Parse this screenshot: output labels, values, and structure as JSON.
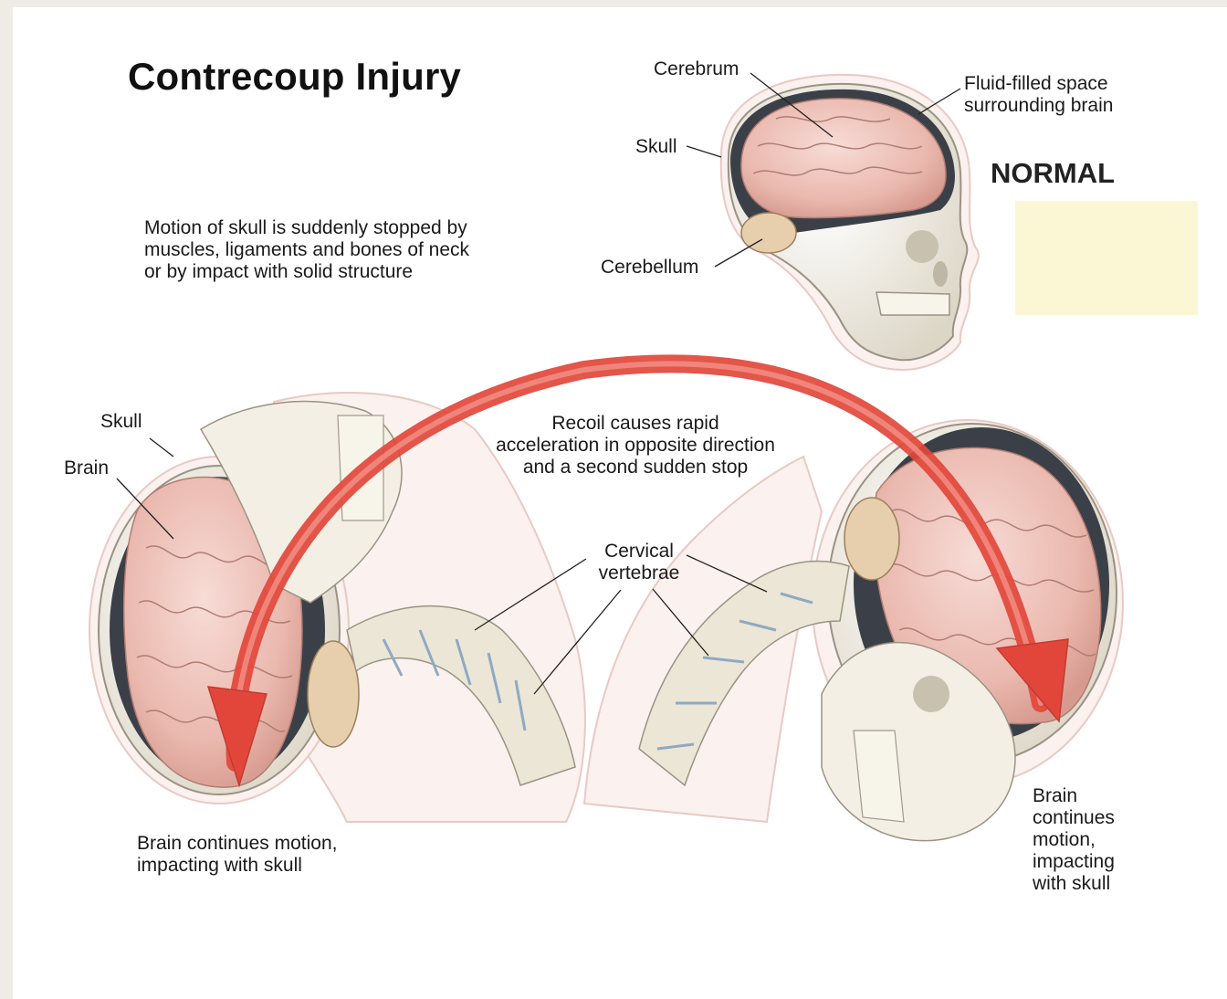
{
  "title": "Contrecoup Injury",
  "normal_label": "NORMAL",
  "annotations": {
    "cerebrum": "Cerebrum",
    "fluid_space": "Fluid-filled space\nsurrounding brain",
    "skull_top": "Skull",
    "cerebellum": "Cerebellum",
    "motion_stopped": "Motion of skull is suddenly stopped by\nmuscles, ligaments and bones of neck\nor by impact with solid structure",
    "skull_left": "Skull",
    "brain_left": "Brain",
    "recoil": "Recoil causes rapid\nacceleration in opposite direction\nand a second sudden stop",
    "cervical": "Cervical\nvertebrae",
    "brain_continues_left": "Brain continues motion,\nimpacting with skull",
    "brain_continues_right": "Brain\ncontinues\nmotion,\nimpacting\nwith skull"
  },
  "colors": {
    "arrow": "#e2463b",
    "brain": "#efc3bb",
    "skull": "#f1ede3",
    "fluid": "#3b4048"
  }
}
